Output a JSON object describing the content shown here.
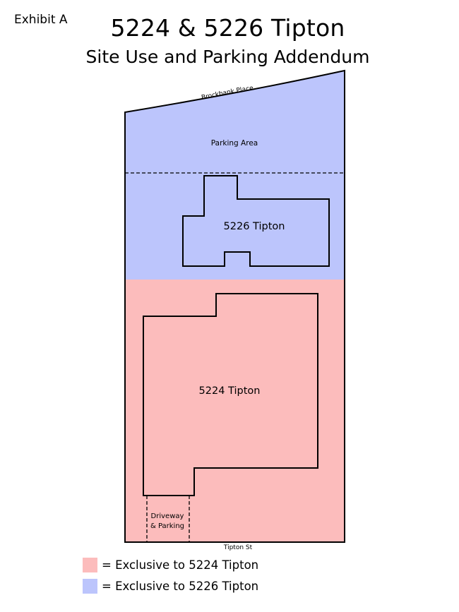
{
  "header": {
    "exhibit": "Exhibit A",
    "title": "5224 & 5226 Tipton",
    "subtitle": "Site Use and Parking Addendum"
  },
  "site": {
    "street_top": "Brockbank Place",
    "street_bottom": "Tipton St",
    "parking_area_label": "Parking Area",
    "building_5226_label": "5226 Tipton",
    "building_5224_label": "5224 Tipton",
    "driveway_line1": "Driveway",
    "driveway_line2": "& Parking"
  },
  "colors": {
    "zone_5224": "#fcbcbc",
    "zone_5226": "#bcc5fc",
    "outline": "#000000"
  },
  "legend": [
    {
      "label": "= Exclusive to 5224 Tipton",
      "color": "#fcbcbc"
    },
    {
      "label": "= Exclusive to 5226 Tipton",
      "color": "#bcc5fc"
    }
  ]
}
